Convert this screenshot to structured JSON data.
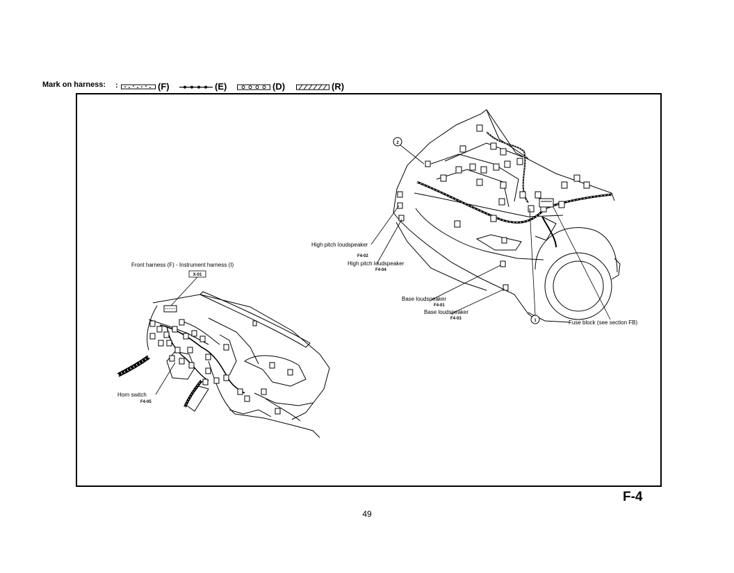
{
  "legend": {
    "title": "Mark on harness:",
    "separator": ":",
    "marks": [
      {
        "code": "(F)",
        "pattern": "dotted-tape"
      },
      {
        "code": "(E)",
        "pattern": "dots"
      },
      {
        "code": "(D)",
        "pattern": "circles"
      },
      {
        "code": "(R)",
        "pattern": "hatched"
      }
    ]
  },
  "callouts": {
    "engine": [
      {
        "id": "2",
        "text": "2"
      },
      {
        "id": "1",
        "text": "1"
      }
    ]
  },
  "labels": {
    "high_pitch_1": {
      "text": "High pitch loudspeaker",
      "code": "F4-02"
    },
    "high_pitch_2": {
      "text": "High pitch loudspeaker",
      "code": "F4-04"
    },
    "base_1": {
      "text": "Base loudspeaker",
      "code": "F4-01"
    },
    "base_2": {
      "text": "Base loudspeaker",
      "code": "F4-03"
    },
    "fuse_block": {
      "text": "Fuse block (see section FB)"
    },
    "front_harness": {
      "text": "Front harness (F) - Instrument harness (I)",
      "code": "X-01"
    },
    "horn_switch": {
      "text": "Horn switch",
      "code": "F4-05"
    }
  },
  "page": {
    "id": "F-4",
    "number": "49"
  }
}
